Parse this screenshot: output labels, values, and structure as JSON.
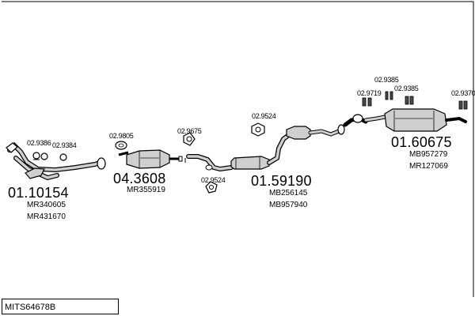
{
  "diagram_code": "MITS64678B",
  "colors": {
    "line": "#000000",
    "part_fill": "#cfcfcf",
    "part_dark": "#4a4a4a"
  },
  "parts": {
    "front_pipe": {
      "number": "01.10154",
      "refs": [
        "MR340605",
        "MR431670"
      ],
      "clamps": [
        "02.9386",
        "02.9384"
      ]
    },
    "catalyst": {
      "number": "04.3608",
      "refs": [
        "MR355919"
      ],
      "gaskets": [
        "02.9805",
        "02.9675"
      ]
    },
    "middle_silencer": {
      "number": "01.59190",
      "refs": [
        "MB256145",
        "MB957940"
      ],
      "gaskets": [
        "02.9524",
        "02.9524"
      ]
    },
    "rear_silencer": {
      "number": "01.60675",
      "refs": [
        "MB957279",
        "MR127069"
      ],
      "fittings": [
        "02.9385",
        "02.9719",
        "02.9385",
        "02.9370"
      ]
    }
  }
}
